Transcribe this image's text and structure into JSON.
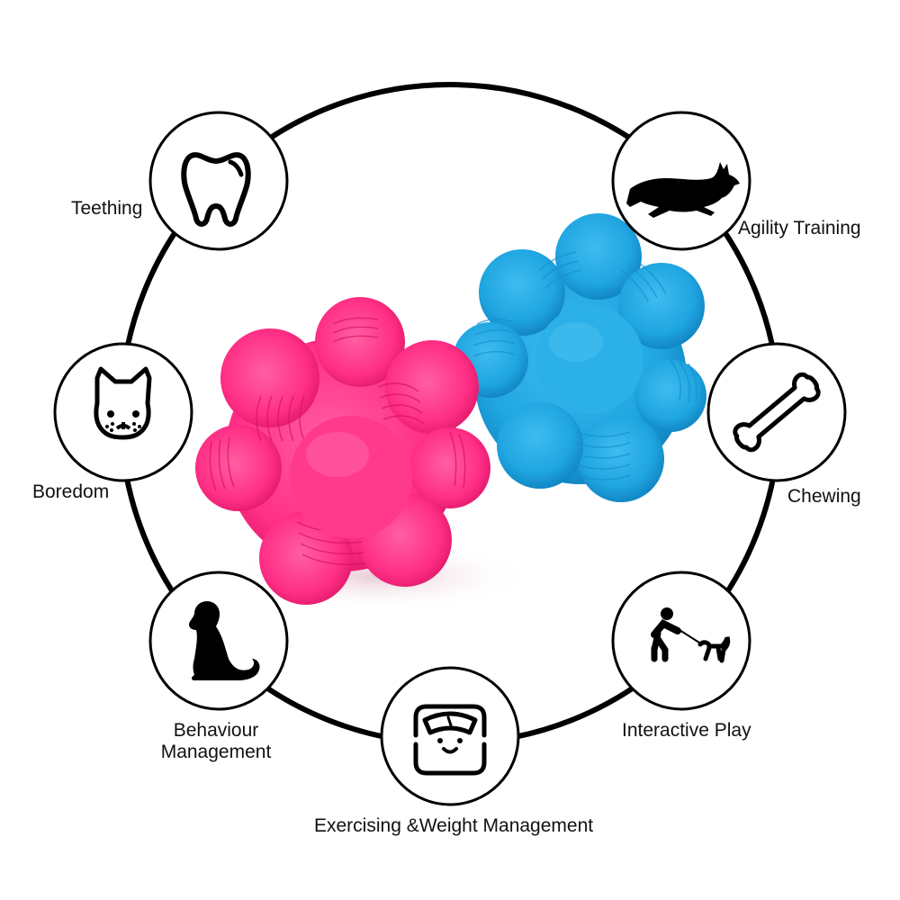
{
  "product": {
    "name": "rubber-reaction-balls",
    "balls": [
      {
        "color_name": "pink",
        "color": "#ff3d8f",
        "shade": "#e01a6c",
        "highlight": "#ff6fae"
      },
      {
        "color_name": "blue",
        "color": "#22a8e3",
        "shade": "#1286c4",
        "highlight": "#4cc2f0"
      }
    ]
  },
  "ring": {
    "color": "#000000"
  },
  "benefits": [
    {
      "id": "teething",
      "label": "Teething",
      "icon": "tooth-icon"
    },
    {
      "id": "agility",
      "label": "Agility Training",
      "icon": "running-dog-icon"
    },
    {
      "id": "chewing",
      "label": "Chewing",
      "icon": "bone-icon"
    },
    {
      "id": "interactive",
      "label": "Interactive Play",
      "icon": "person-playing-with-dog-icon"
    },
    {
      "id": "exercise",
      "label": "Exercising &Weight Management",
      "icon": "weight-scale-icon"
    },
    {
      "id": "behaviour",
      "label_line1": "Behaviour",
      "label_line2": "Management",
      "icon": "sitting-dog-icon"
    },
    {
      "id": "boredom",
      "label": "Boredom",
      "icon": "dog-face-icon"
    }
  ]
}
